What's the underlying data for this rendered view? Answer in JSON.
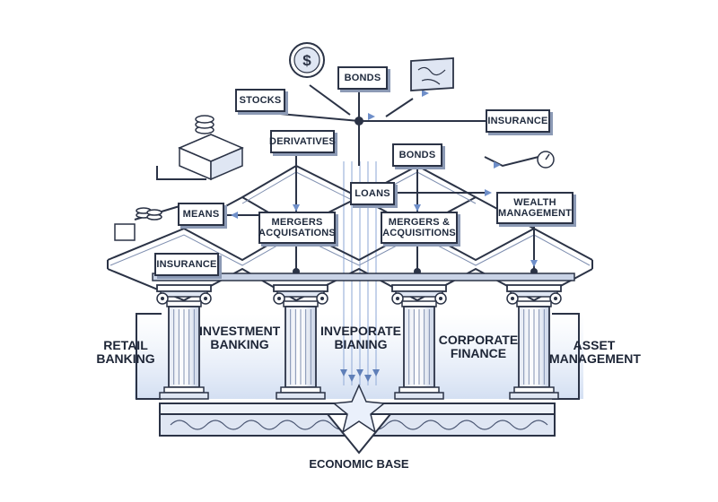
{
  "boxes": {
    "bonds_top": "BONDS",
    "stocks": "STOCKS",
    "insurance_top": "INSURANCE",
    "derivatives": "DERIVATIVES",
    "bonds_mid": "BONDS",
    "loans": "LOANS",
    "means": "MEANS",
    "wealth_management": "WEALTH\nMANAGEMENT",
    "mergers_left": "MERGERS\nACQUISATIONS",
    "mergers_right": "MERGERS &\nACQUISITIONS",
    "insurance_left": "INSURANCE"
  },
  "pillars": {
    "retail_banking": "RETAIL\nBANKING",
    "investment_banking": "INVESTMENT\nBANKING",
    "inveporate_biening": "INVEPORATE\nBIANING",
    "corporate_finance": "CORPORATE\nFINANCE",
    "asset_management": "ASSET\nMANAGEMENT"
  },
  "base": {
    "label": "ECONOMIC BASE"
  },
  "icons": {
    "coin": "dollar-coin-icon",
    "map": "world-map-icon"
  },
  "colors": {
    "ink": "#2b3346",
    "accent": "#6f8fc9",
    "shade": "#dfe6f3"
  }
}
